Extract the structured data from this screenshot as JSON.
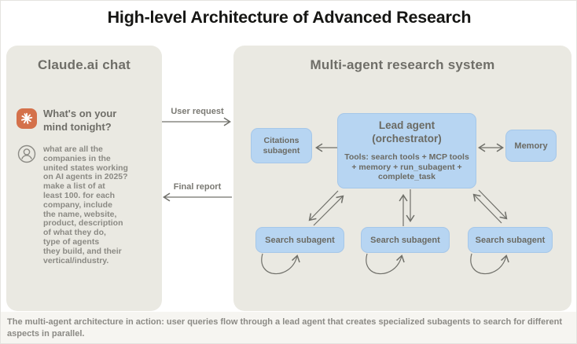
{
  "title": "High-level Architecture of Advanced Research",
  "left_panel": {
    "title": "Claude.ai chat",
    "assistant_message": "What's on your\nmind tonight?",
    "user_message": "what are all the\ncompanies in the\nunited states working\non AI agents in 2025?\nmake a list of at\nleast 100. for each\ncompany, include\nthe name, website,\nproduct, description\nof what they do,\ntype of agents\nthey build, and their\nvertical/industry."
  },
  "flow": {
    "user_request_label": "User request",
    "final_report_label": "Final report"
  },
  "right_panel": {
    "title": "Multi-agent research system",
    "citations_label": "Citations\nsubagent",
    "lead_agent": {
      "title": "Lead agent\n(orchestrator)",
      "tools": "Tools: search tools + MCP tools\n+ memory + run_subagent +\ncomplete_task"
    },
    "memory_label": "Memory",
    "search_agents": [
      "Search subagent",
      "Search subagent",
      "Search subagent"
    ]
  },
  "caption": "The multi-agent architecture in action: user queries flow through a lead agent that creates specialized subagents to search for different\naspects in parallel.",
  "icons": {
    "assistant": "claude-spark-icon",
    "user": "user-avatar-icon"
  },
  "colors": {
    "panel_background": "#eae9e2",
    "box_blue": "#b7d5f2",
    "box_blue_border": "#a5c7e9",
    "claude_orange": "#d4714b",
    "heading_gray": "#6f6e68",
    "body_gray": "#8b8a84",
    "arrow_gray": "#70706a",
    "title_black": "#161614",
    "caption_strip": "#f6f5f1"
  }
}
